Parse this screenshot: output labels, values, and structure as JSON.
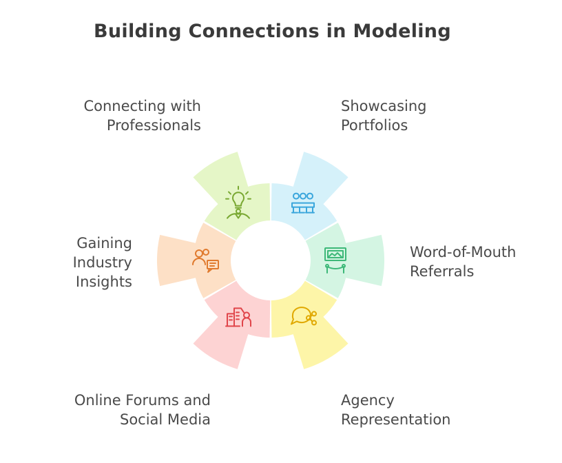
{
  "title": "Building Connections in Modeling",
  "segments": [
    {
      "label_lines": [
        "Connecting with",
        "Professionals"
      ],
      "icon": "people-meeting-icon",
      "fill": "#d5f1fa",
      "stroke": "#3aa6dc"
    },
    {
      "label_lines": [
        "Showcasing",
        "Portfolios"
      ],
      "icon": "gallery-exhibit-icon",
      "fill": "#d4f5e3",
      "stroke": "#3cb878"
    },
    {
      "label_lines": [
        "Word-of-Mouth",
        "Referrals"
      ],
      "icon": "speech-share-icon",
      "fill": "#fdf5a8",
      "stroke": "#e0a800"
    },
    {
      "label_lines": [
        "Agency",
        "Representation"
      ],
      "icon": "building-person-icon",
      "fill": "#fdd3d3",
      "stroke": "#e0454a"
    },
    {
      "label_lines": [
        "Online Forums and",
        "Social Media"
      ],
      "icon": "chat-users-icon",
      "fill": "#fde0c6",
      "stroke": "#e07a2e"
    },
    {
      "label_lines": [
        "Gaining",
        "Industry",
        "Insights"
      ],
      "icon": "lightbulb-idea-icon",
      "fill": "#e5f6c7",
      "stroke": "#79a832"
    }
  ]
}
